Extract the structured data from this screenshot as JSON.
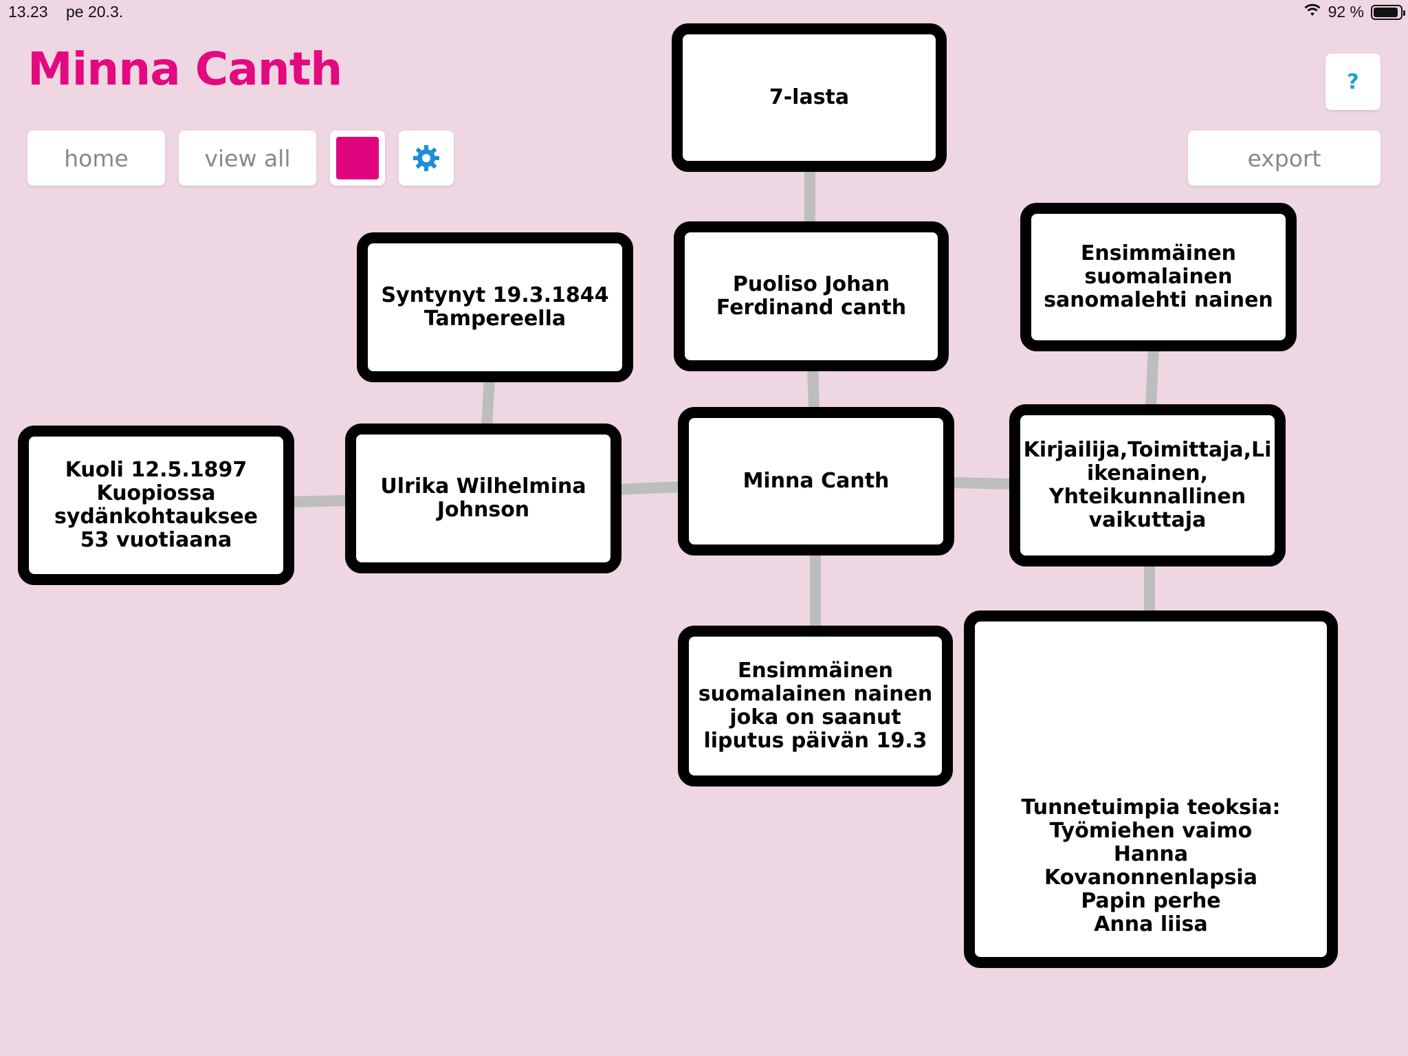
{
  "status_bar": {
    "time": "13.23",
    "date": "pe 20.3.",
    "battery_text": "92 %",
    "wifi_icon": "wifi-icon",
    "battery_icon": "battery-icon"
  },
  "header": {
    "title": "Minna Canth",
    "title_color": "#e3097f"
  },
  "toolbar": {
    "home_label": "home",
    "view_all_label": "view all",
    "color_swatch": "#e0047f",
    "settings_icon": "gear-icon",
    "help_label": "?",
    "export_label": "export"
  },
  "mindmap": {
    "nodes": {
      "center": "Minna Canth",
      "children": "7-lasta",
      "spouse": "Puoliso Johan\nFerdinand canth",
      "born": "Syntynyt 19.3.1844\nTampereella",
      "mother": "Ulrika Wilhelmina\nJohnson",
      "died": "Kuoli 12.5.1897\nKuopiossa\nsydänkohtauksee\n53 vuotiaana",
      "first_newspaper": "Ensimmäinen\nsuomalainen\nsanomalehti nainen",
      "occupation": "Kirjailija,Toimittaja,Li\nikenainen,\nYhteikunnallinen\nvaikuttaja",
      "flag_day": "Ensimmäinen\nsuomalainen nainen\njoka on saanut\nliputus päivän 19.3",
      "works": "Tunnetuimpia teoksia:\nTyömiehen vaimo\nHanna\nKovanonnenlapsia\nPapin perhe\nAnna liisa"
    }
  }
}
